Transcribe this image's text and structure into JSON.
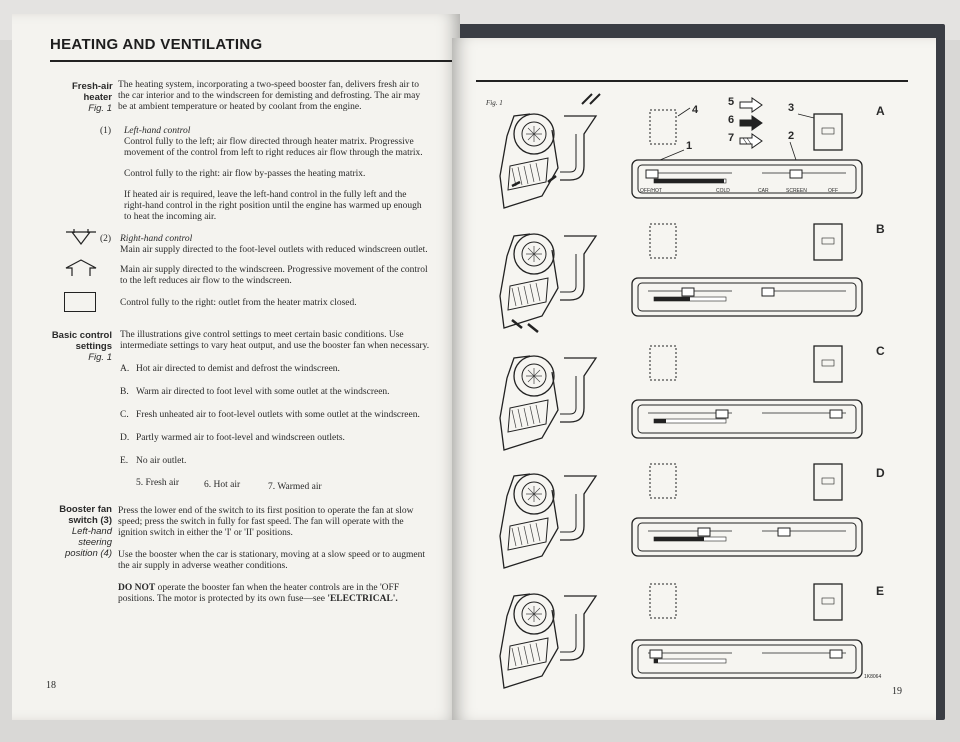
{
  "left": {
    "heading": "HEATING AND VENTILATING",
    "fresh_air": {
      "side1": "Fresh-air",
      "side2": "heater",
      "side3": "Fig. 1",
      "lines": [
        "The heating system, incorporating a two-speed booster fan, delivers fresh air to",
        "the car interior and to the windscreen for demisting and defrosting. The air may",
        "be at ambient temperature or heated by coolant from the engine."
      ]
    },
    "left_control": {
      "num": "(1)",
      "title": "Left-hand control",
      "p1": [
        "Control fully to the left; air flow directed through heater matrix. Progressive",
        "movement of the control from left to right reduces air flow through the matrix."
      ],
      "p2": "Control fully to the right: air flow by-passes the heating matrix.",
      "p3": [
        "If heated air is required, leave the left-hand control in the fully left and the",
        "right-hand control in the right position until the engine has warmed up enough",
        "to heat the incoming air."
      ]
    },
    "right_control": {
      "num": "(2)",
      "title": "Right-hand control",
      "p1": "Main air supply directed to the foot-level outlets with reduced windscreen outlet.",
      "p2": [
        "Main air supply directed to the windscreen. Progressive movement of the control",
        "to the left reduces air flow to the windscreen."
      ],
      "p3": "Control fully to the right: outlet from the heater matrix closed."
    },
    "basic": {
      "side1": "Basic control",
      "side2": "settings",
      "side3": "Fig. 1",
      "lines": [
        "The illustrations give control settings to meet certain basic conditions. Use",
        "intermediate settings to vary heat output, and use the booster fan when necessary."
      ],
      "items": [
        {
          "k": "A.",
          "t": "Hot air directed to demist and defrost the windscreen."
        },
        {
          "k": "B.",
          "t": "Warm air directed to foot level with some outlet at the windscreen."
        },
        {
          "k": "C.",
          "t": "Fresh unheated air to foot-level outlets with some outlet at the windscreen."
        },
        {
          "k": "D.",
          "t": "Partly warmed air to foot-level and windscreen outlets."
        },
        {
          "k": "E.",
          "t": "No air outlet."
        }
      ],
      "legend": [
        "5. Fresh air",
        "6. Hot air",
        "7. Warmed air"
      ]
    },
    "booster": {
      "side1": "Booster fan",
      "side2": "switch (3)",
      "side3": "Left-hand",
      "side4": "steering",
      "side5": "position (4)",
      "p1": [
        "Press the lower end of the switch to its first position to operate the fan at slow",
        "speed; press the switch in fully for fast speed. The fan will operate with the",
        "ignition switch in either the 'I' or 'II' positions."
      ],
      "p2": [
        "Use the booster when the car is stationary, moving at a slow speed or to augment",
        "the air supply in adverse weather conditions."
      ],
      "p3_bold": "DO NOT",
      "p3": [
        " operate the booster fan when the heater controls are in the 'OFF",
        "positions. The motor is protected by its own fuse—see "
      ],
      "p3_end": "'ELECTRICAL'."
    },
    "page_number": "18"
  },
  "right": {
    "fig": "Fig. 1",
    "rows": [
      "A",
      "B",
      "C",
      "D",
      "E"
    ],
    "callouts": [
      "1",
      "2",
      "3",
      "4",
      "5",
      "6",
      "7"
    ],
    "panel_labels": [
      "OFF/HOT",
      "COLD",
      "CAR",
      "SCREEN",
      "OFF"
    ],
    "code": "1K8064",
    "page_number": "19"
  }
}
